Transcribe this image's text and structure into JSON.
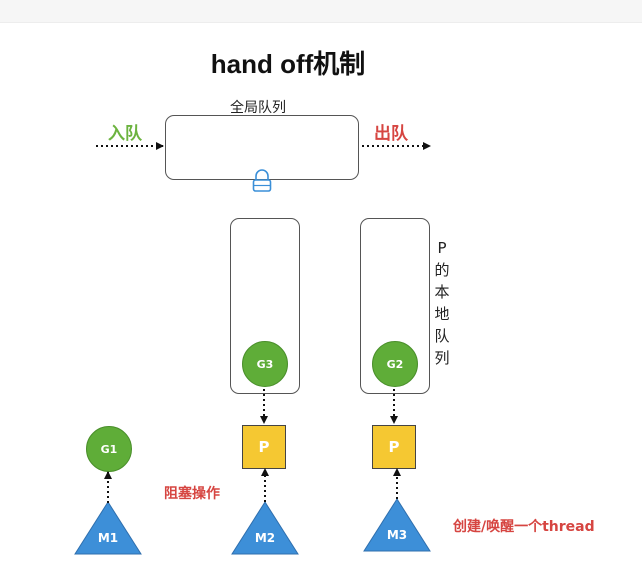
{
  "title": "hand off机制",
  "global_queue": {
    "label": "全局队列"
  },
  "enqueue_label": "入队",
  "dequeue_label": "出队",
  "local_queue_label_chars": [
    "P",
    "的",
    "本",
    "地",
    "队",
    "列"
  ],
  "goroutines": {
    "g1": "G1",
    "g2": "G2",
    "g3": "G3"
  },
  "processors": {
    "p1": "P",
    "p2": "P"
  },
  "machines": {
    "m1": "M1",
    "m2": "M2",
    "m3": "M3"
  },
  "annotations": {
    "blocking": "阻塞操作",
    "create_wake": "创建/唤醒一个thread"
  },
  "colors": {
    "goroutine": "#5fad38",
    "processor": "#f5c832",
    "machine": "#3d8fd8",
    "enqueue": "#6cb33f",
    "dequeue": "#d64541",
    "lock": "#3a8fd8"
  },
  "icons": {
    "lock": "lock-icon"
  }
}
